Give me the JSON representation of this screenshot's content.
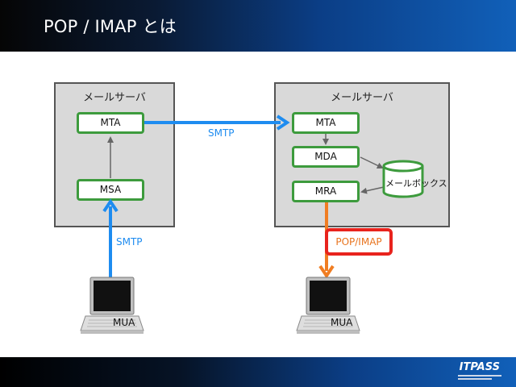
{
  "header": {
    "title": "POP / IMAP とは"
  },
  "footer": {
    "brand": "ITPASS"
  },
  "left_server": {
    "label": "メールサーバ",
    "mta": "MTA",
    "msa": "MSA"
  },
  "right_server": {
    "label": "メールサーバ",
    "mta": "MTA",
    "mda": "MDA",
    "mra": "MRA"
  },
  "mailbox": {
    "label": "メールボックス"
  },
  "links": {
    "smtp_relay": "SMTP",
    "smtp_submit": "SMTP",
    "pop_imap": "POP/IMAP"
  },
  "clients": {
    "left": "MUA",
    "right": "MUA"
  },
  "colors": {
    "smtp_arrow": "#1e8cf0",
    "pop_arrow": "#f07d22",
    "node_border": "#3d9b3d",
    "proto_border": "#e8231d"
  }
}
